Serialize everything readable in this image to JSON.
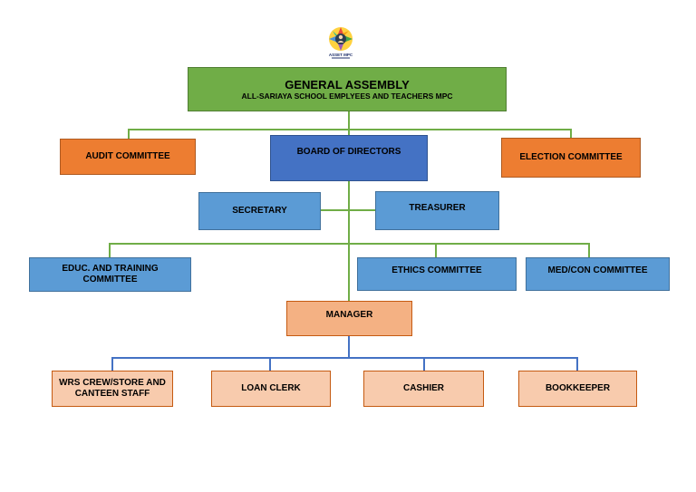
{
  "logo": {
    "text": "ASSET MPC"
  },
  "general_assembly": {
    "title": "GENERAL ASSEMBLY",
    "subtitle": "ALL-SARIAYA SCHOOL EMPLYEES AND TEACHERS MPC"
  },
  "committees_top": {
    "audit": "AUDIT COMMITTEE",
    "board": "BOARD OF DIRECTORS",
    "election": "ELECTION COMMITTEE"
  },
  "officers": {
    "secretary": "SECRETARY",
    "treasurer": "TREASURER"
  },
  "committees_mid": {
    "educ": "EDUC. AND TRAINING COMMITTEE",
    "ethics": "ETHICS COMMITTEE",
    "medcon": "MED/CON COMMITTEE"
  },
  "manager": "MANAGER",
  "staff": {
    "wrs": "WRS CREW/STORE AND CANTEEN STAFF",
    "loan": "LOAN CLERK",
    "cashier": "CASHIER",
    "bookkeeper": "BOOKKEEPER"
  },
  "colors": {
    "green": "#70ad47",
    "orange": "#ed7d31",
    "blue_dark": "#4472c4",
    "blue": "#5b9bd5",
    "peach": "#f4b183",
    "peach_light": "#f8cbad"
  }
}
